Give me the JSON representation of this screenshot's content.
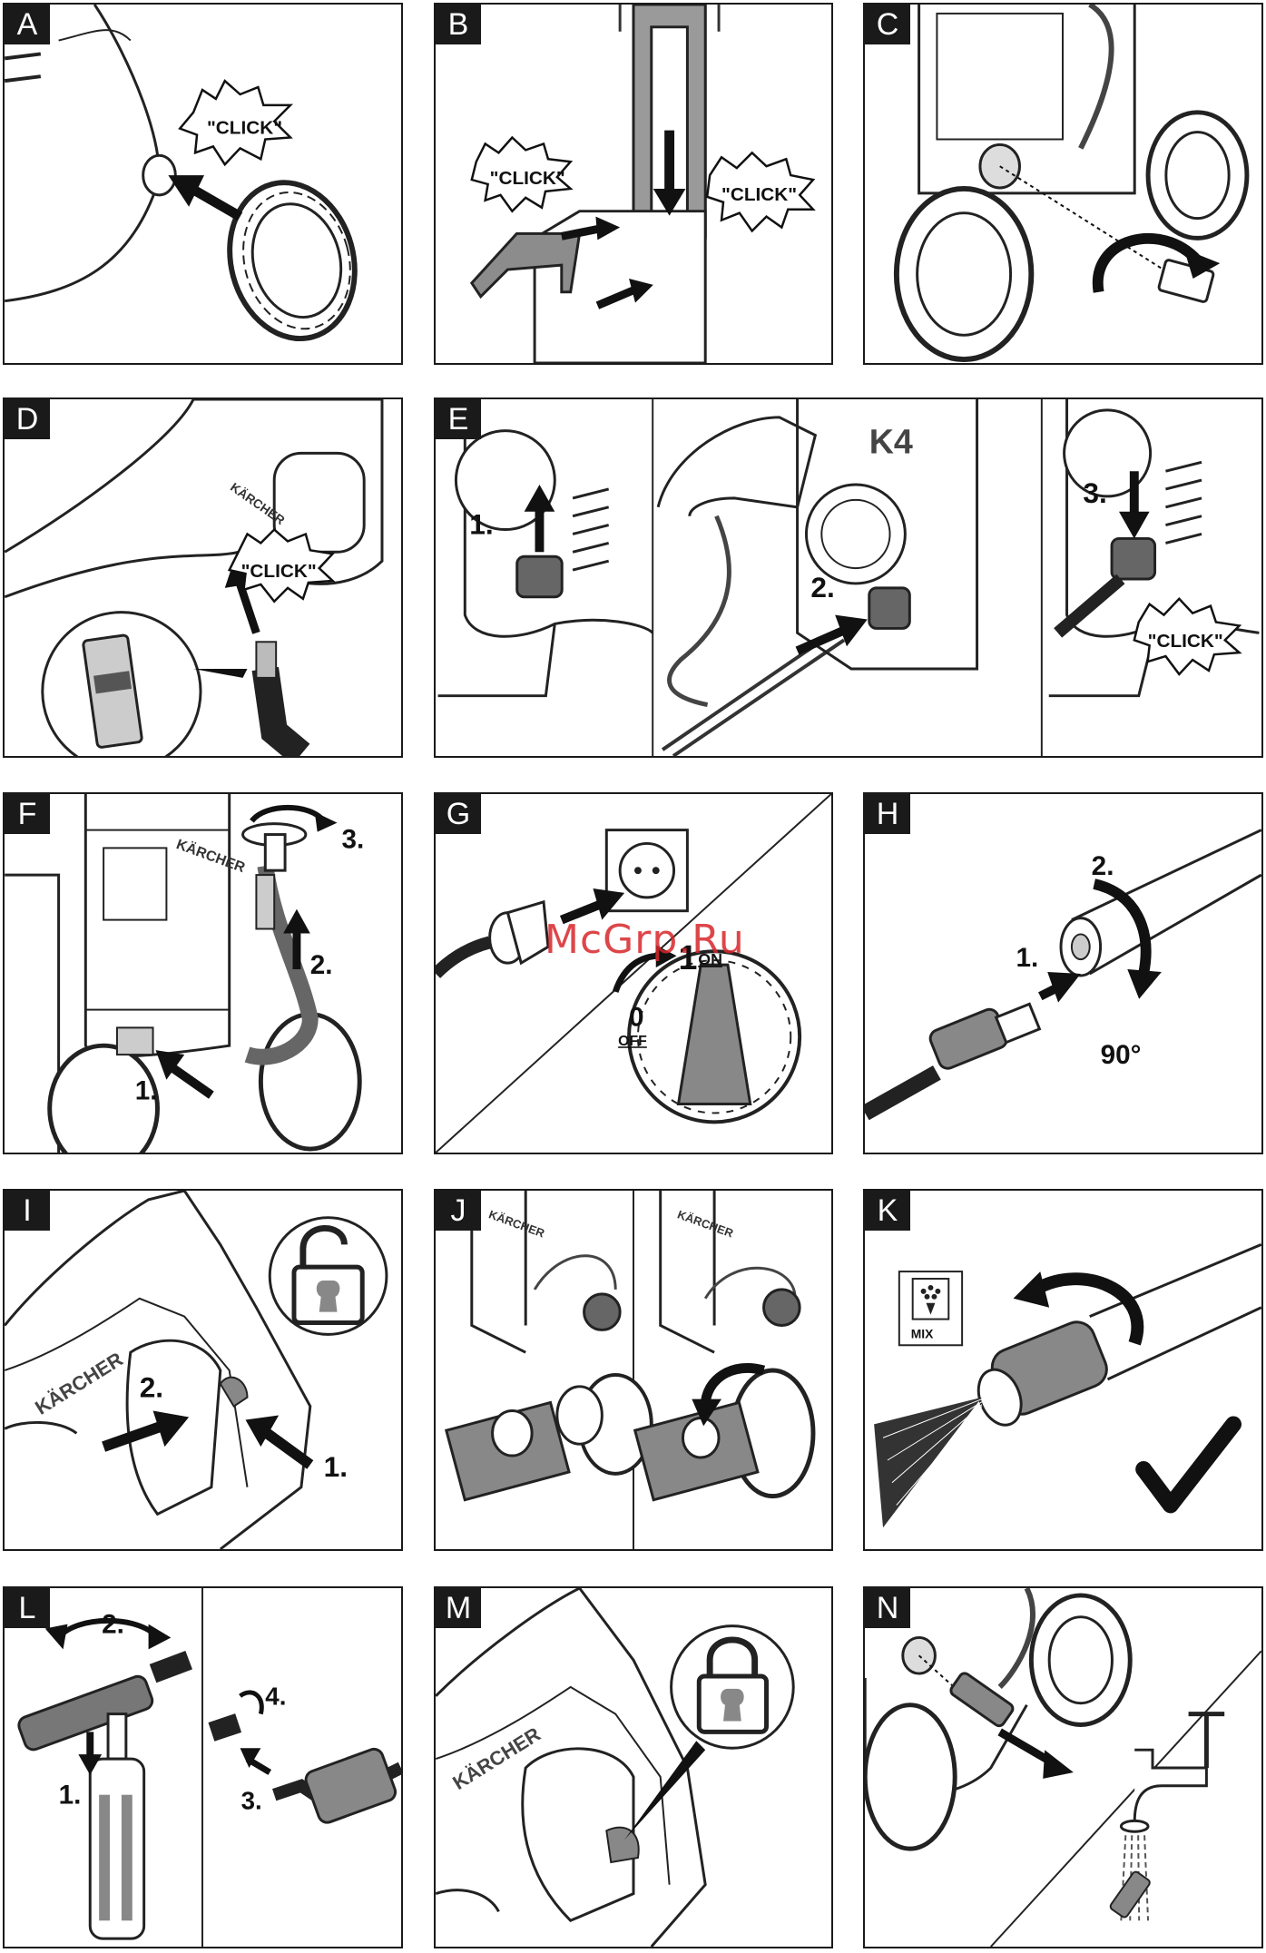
{
  "watermark": "McGrp.Ru",
  "click_text": "\"CLICK\"",
  "panels": {
    "A": {
      "letter": "A"
    },
    "B": {
      "letter": "B"
    },
    "C": {
      "letter": "C"
    },
    "D": {
      "letter": "D"
    },
    "E": {
      "letter": "E",
      "steps": [
        "1.",
        "2.",
        "3."
      ]
    },
    "F": {
      "letter": "F",
      "steps": [
        "1.",
        "2.",
        "3."
      ]
    },
    "G": {
      "letter": "G",
      "on_num": "1",
      "on_label": "ON",
      "off_num": "0",
      "off_label": "OFF"
    },
    "H": {
      "letter": "H",
      "steps": [
        "1.",
        "2."
      ],
      "angle": "90°"
    },
    "I": {
      "letter": "I",
      "steps": [
        "1.",
        "2."
      ],
      "brand": "KÄRCHER"
    },
    "J": {
      "letter": "J",
      "brand": "KÄRCHER"
    },
    "K": {
      "letter": "K",
      "mix_label": "MIX"
    },
    "L": {
      "letter": "L",
      "steps": [
        "1.",
        "2.",
        "3.",
        "4."
      ]
    },
    "M": {
      "letter": "M",
      "brand": "KÄRCHER"
    },
    "N": {
      "letter": "N"
    }
  },
  "icons": [
    "arrow-icon",
    "rotate-arrow-icon",
    "padlock-open-icon",
    "padlock-closed-icon",
    "check-mark-icon",
    "detergent-mix-icon",
    "power-plug-icon",
    "wall-socket-icon",
    "water-tap-icon"
  ]
}
